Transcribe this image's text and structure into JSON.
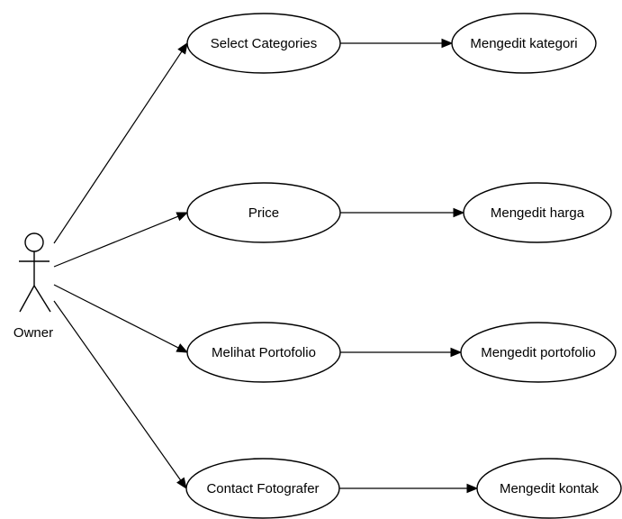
{
  "diagram": {
    "actor": {
      "label": "Owner"
    },
    "use_cases": [
      {
        "id": "select-categories",
        "label": "Select Categories"
      },
      {
        "id": "price",
        "label": "Price"
      },
      {
        "id": "melihat-portofolio",
        "label": "Melihat Portofolio"
      },
      {
        "id": "contact-fotografer",
        "label": "Contact Fotografer"
      }
    ],
    "edit_cases": [
      {
        "id": "mengedit-kategori",
        "label": "Mengedit kategori"
      },
      {
        "id": "mengedit-harga",
        "label": "Mengedit harga"
      },
      {
        "id": "mengedit-portofolio",
        "label": "Mengedit portofolio"
      },
      {
        "id": "mengedit-kontak",
        "label": "Mengedit kontak"
      }
    ],
    "connections": [
      {
        "from": "actor",
        "to": "select-categories"
      },
      {
        "from": "actor",
        "to": "price"
      },
      {
        "from": "actor",
        "to": "melihat-portofolio"
      },
      {
        "from": "actor",
        "to": "contact-fotografer"
      },
      {
        "from": "select-categories",
        "to": "mengedit-kategori"
      },
      {
        "from": "price",
        "to": "mengedit-harga"
      },
      {
        "from": "melihat-portofolio",
        "to": "mengedit-portofolio"
      },
      {
        "from": "contact-fotografer",
        "to": "mengedit-kontak"
      }
    ],
    "colors": {
      "stroke": "#000000",
      "fill": "#ffffff",
      "background": "#ffffff"
    }
  }
}
